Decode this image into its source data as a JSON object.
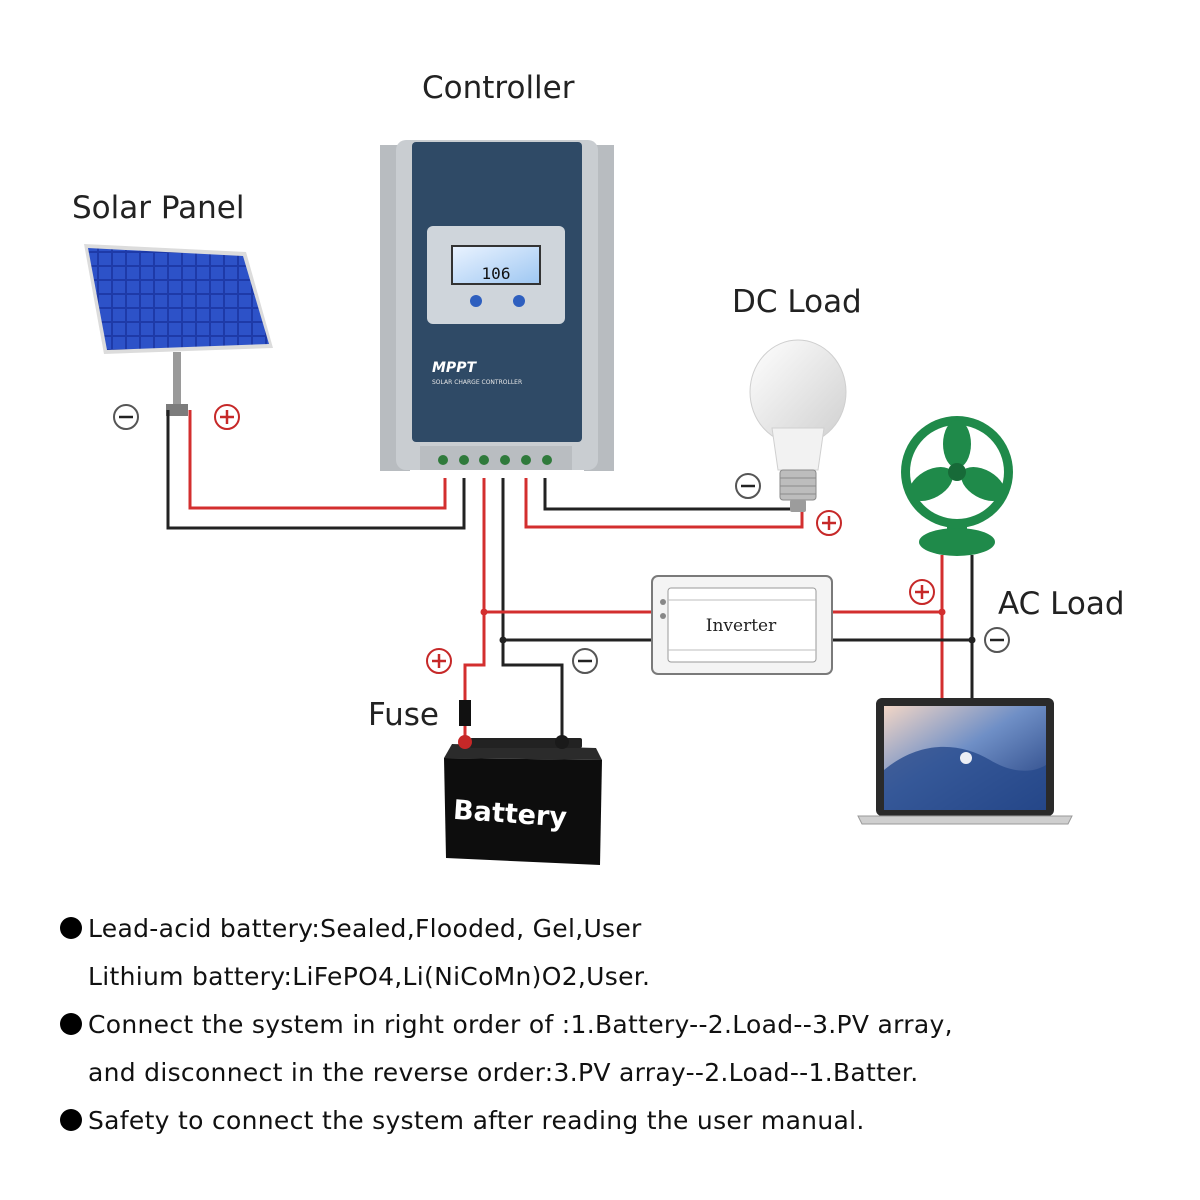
{
  "labels": {
    "controller": "Controller",
    "solar_panel": "Solar Panel",
    "dc_load": "DC Load",
    "ac_load": "AC Load",
    "fuse": "Fuse",
    "battery": "Battery",
    "inverter": "Inverter",
    "mppt": "MPPT",
    "controller_subtitle": "SOLAR CHARGE CONTROLLER",
    "lcd_value": "106"
  },
  "notes": {
    "line1": "Lead-acid battery:Sealed,Flooded, Gel,User",
    "line2": "Lithium battery:LiFePO4,Li(NiCoMn)O2,User.",
    "line3": "Connect the system in right order of :1.Battery--2.Load--3.PV array,",
    "line4": "and disconnect in the reverse order:3.PV array--2.Load--1.Batter.",
    "line5": "Safety to connect the system  after reading the user manual."
  },
  "colors": {
    "positive_wire": "#d32f2f",
    "negative_wire": "#222222",
    "controller_body": "#2f4a66",
    "fan_green": "#1f8a4a",
    "solar_blue": "#1f3fa0"
  }
}
